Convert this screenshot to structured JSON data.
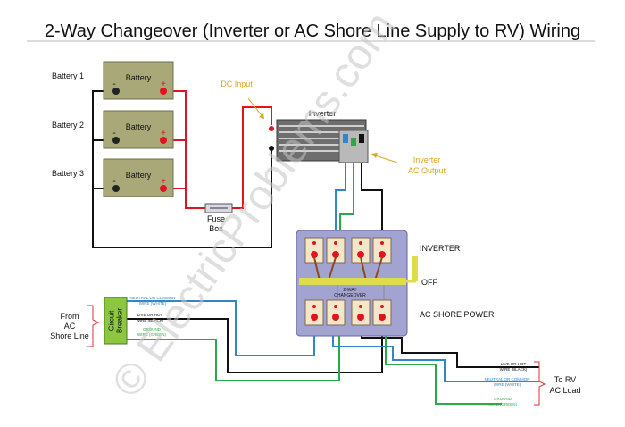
{
  "title": "2-Way Changeover (Inverter or AC Shore Line Supply to RV) Wiring",
  "watermark": "© ElectricProblems.com",
  "batteries": [
    {
      "label": "Battery 1",
      "name": "Battery"
    },
    {
      "label": "Battery 2",
      "name": "Battery"
    },
    {
      "label": "Battery 3",
      "name": "Battery"
    }
  ],
  "terminals": {
    "negative": "-",
    "positive": "+"
  },
  "fuse": {
    "line1": "Fuse",
    "line2": "Box"
  },
  "dc_input": "DC Input",
  "inverter": {
    "title": "Inverter",
    "output_line1": "Inverter",
    "output_line2": "AC Output"
  },
  "switch": {
    "label_line1": "2-WAY",
    "label_line2": "CHANGEOVER",
    "inverter": "INVERTER",
    "off": "OFF",
    "shore": "AC SHORE POWER"
  },
  "breaker": {
    "line1": "Circuit",
    "line2": "Breaker"
  },
  "from_ac": {
    "line1": "From",
    "line2": "AC",
    "line3": "Shore Line"
  },
  "input_wires": {
    "neutral_1": "NEUTRAL OR COMMON",
    "neutral_2": "WIRE (WHITE)",
    "live_1": "LIVE OR HOT",
    "live_2": "WIRE (BLACK)",
    "ground_1": "GROUND",
    "ground_2": "WIRE (GREEN)"
  },
  "output_wires": {
    "live_1": "LIVE OR HOT",
    "live_2": "WIRE (BLACK)",
    "neutral_1": "NEUTRAL OR COMMON",
    "neutral_2": "WIRE (WHITE)",
    "ground_1": "GROUND",
    "ground_2": "WIRE (GREEN)"
  },
  "to_rv": {
    "line1": "To RV",
    "line2": "AC Load"
  },
  "colors": {
    "battery": "#a8a878",
    "battery_border": "#6e6e4c",
    "dc_positive": "#e0141e",
    "negative": "#111111",
    "live": "#111111",
    "neutral": "#2f86c8",
    "ground": "#2aa84a",
    "switch_panel": "#a3a3d2",
    "switch_border": "#6464a0",
    "bar": "#dedc4a",
    "breaker": "#8dc63f",
    "annotation": "#d9a720",
    "bracket": "#e03030",
    "watermark": "#c4c4c4"
  }
}
